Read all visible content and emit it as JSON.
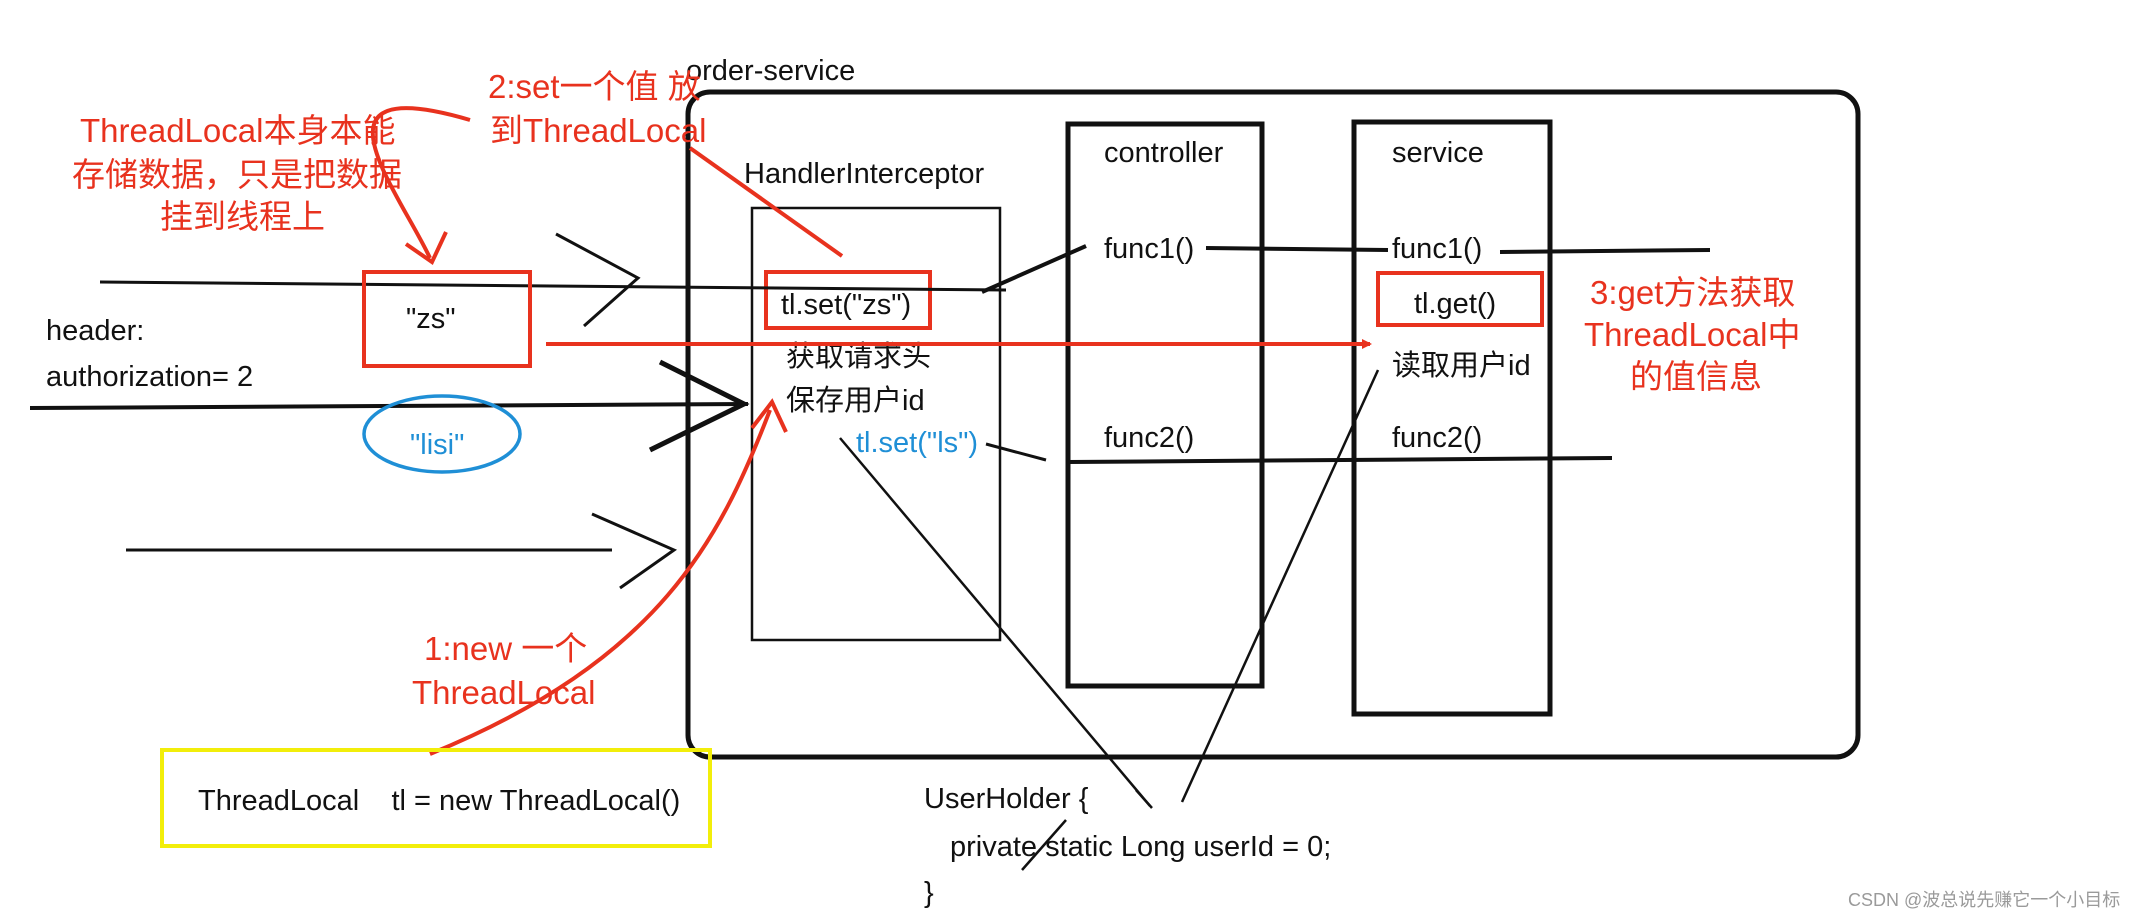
{
  "service_name": "order-service",
  "interceptor": {
    "title": "HandlerInterceptor",
    "set_zs": "tl.set(\"zs\")",
    "step_get_header": "获取请求头",
    "step_save_id": "保存用户id",
    "set_ls": "tl.set(\"ls\")"
  },
  "controller": {
    "title": "controller",
    "func1": "func1()",
    "func2": "func2()"
  },
  "service": {
    "title": "service",
    "func1": "func1()",
    "get": "tl.get()",
    "read_id": "读取用户id",
    "func2": "func2()"
  },
  "request": {
    "value_zs": "\"zs\"",
    "value_lisi": "\"lisi\"",
    "header_line1": "header:",
    "header_line2": "authorization= 2"
  },
  "notes": {
    "threadlocal_note": [
      "ThreadLocal本身本能",
      "存储数据，只是把数据",
      "挂到线程上"
    ],
    "step2": [
      "2:set一个值 放",
      "到ThreadLocal"
    ],
    "step1": [
      "1:new 一个",
      "ThreadLocal"
    ],
    "step3": [
      "3:get方法获取",
      "ThreadLocal中",
      "的值信息"
    ]
  },
  "threadlocal_decl": "ThreadLocal    tl = new ThreadLocal()",
  "userholder": [
    "UserHolder {",
    "private static Long userId = 0;",
    "}"
  ],
  "watermark": "CSDN @波总说先赚它一个小目标",
  "colors": {
    "red": "#e8321e",
    "blue": "#1f8fd6",
    "yellow": "#f2ee0a",
    "black": "#111111"
  }
}
